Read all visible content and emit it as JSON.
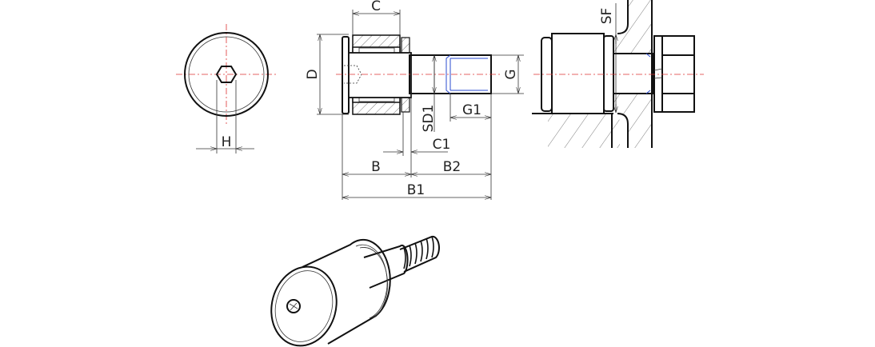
{
  "labels": {
    "C": "C",
    "D": "D",
    "G": "G",
    "SD1": "SD1",
    "G1": "G1",
    "C1": "C1",
    "B": "B",
    "B2": "B2",
    "B1": "B1",
    "H": "H",
    "SF": "SF"
  },
  "colors": {
    "line": "#111111",
    "centerline": "#dd3333",
    "thread": "#2a4bd0"
  }
}
